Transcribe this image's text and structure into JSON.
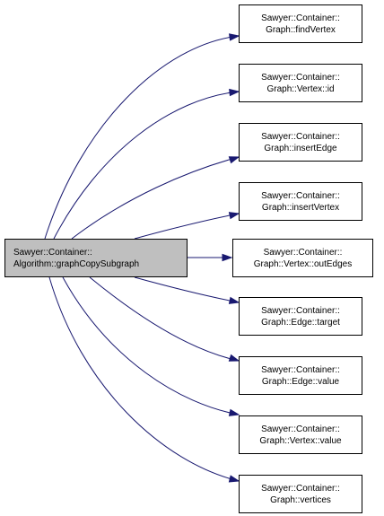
{
  "diagram": {
    "colors": {
      "edge": "#191970",
      "main_fill": "#bfbfbf",
      "node_fill": "#ffffff",
      "border": "#000000"
    },
    "source": {
      "line1": "Sawyer::Container::",
      "line2": "Algorithm::graphCopySubgraph"
    },
    "targets": [
      {
        "line1": "Sawyer::Container::",
        "line2": "Graph::findVertex"
      },
      {
        "line1": "Sawyer::Container::",
        "line2": "Graph::Vertex::id"
      },
      {
        "line1": "Sawyer::Container::",
        "line2": "Graph::insertEdge"
      },
      {
        "line1": "Sawyer::Container::",
        "line2": "Graph::insertVertex"
      },
      {
        "line1": "Sawyer::Container::",
        "line2": "Graph::Vertex::outEdges"
      },
      {
        "line1": "Sawyer::Container::",
        "line2": "Graph::Edge::target"
      },
      {
        "line1": "Sawyer::Container::",
        "line2": "Graph::Edge::value"
      },
      {
        "line1": "Sawyer::Container::",
        "line2": "Graph::Vertex::value"
      },
      {
        "line1": "Sawyer::Container::",
        "line2": "Graph::vertices"
      }
    ]
  }
}
